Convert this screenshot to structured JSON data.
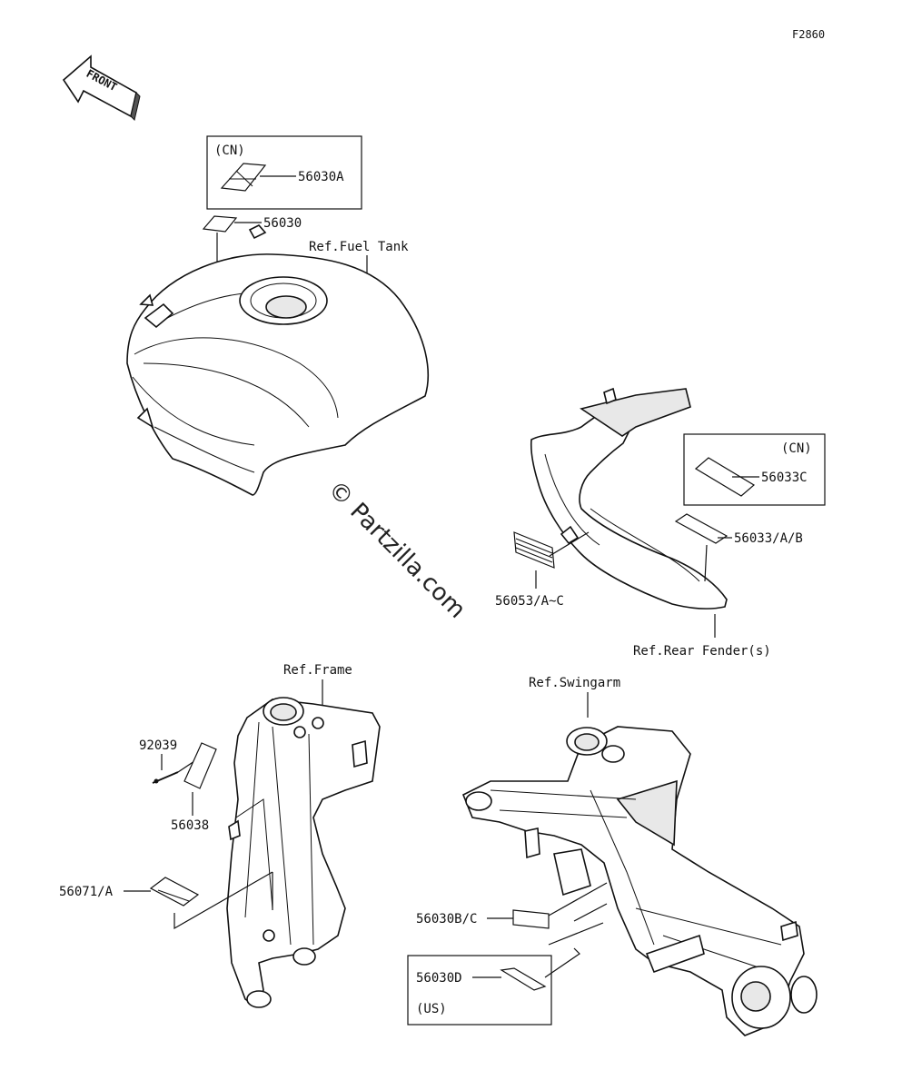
{
  "figure_id": "F2860",
  "front_arrow": {
    "label": "FRONT",
    "icon": "front-direction-arrow-icon"
  },
  "watermark": "© Partzilla.com",
  "cn_box_tank": {
    "tag": "(CN)",
    "part": "56030A"
  },
  "label_56030": "56030",
  "ref_fuel_tank": "Ref.Fuel Tank",
  "cn_box_fender": {
    "tag": "(CN)",
    "part": "56033C"
  },
  "label_56033": "56033/A/B",
  "label_56053": "56053/A~C",
  "ref_rear_fender": "Ref.Rear Fender(s)",
  "ref_frame": "Ref.Frame",
  "label_92039": "92039",
  "label_56038": "56038",
  "label_56071": "56071/A",
  "ref_swingarm": "Ref.Swingarm",
  "label_56030bc": "56030B/C",
  "us_box": {
    "part": "56030D",
    "tag": "(US)"
  }
}
